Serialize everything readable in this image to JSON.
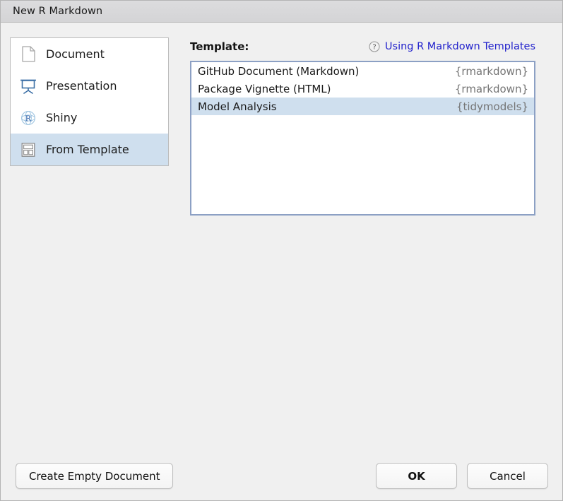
{
  "window": {
    "title": "New R Markdown"
  },
  "sidebar": {
    "items": [
      {
        "label": "Document",
        "icon": "document-icon",
        "selected": false
      },
      {
        "label": "Presentation",
        "icon": "presentation-icon",
        "selected": false
      },
      {
        "label": "Shiny",
        "icon": "shiny-r-icon",
        "selected": false
      },
      {
        "label": "From Template",
        "icon": "template-grid-icon",
        "selected": true
      }
    ]
  },
  "template_panel": {
    "title": "Template:",
    "help_icon": "question-mark-icon",
    "help_link": "Using R Markdown Templates",
    "rows": [
      {
        "name": "GitHub Document (Markdown)",
        "package": "{rmarkdown}",
        "selected": false
      },
      {
        "name": "Package Vignette (HTML)",
        "package": "{rmarkdown}",
        "selected": false
      },
      {
        "name": "Model Analysis",
        "package": "{tidymodels}",
        "selected": true
      }
    ]
  },
  "footer": {
    "create_empty_label": "Create Empty Document",
    "ok_label": "OK",
    "cancel_label": "Cancel"
  },
  "colors": {
    "selection_blue": "#cfdfee",
    "link_blue": "#2222cc",
    "list_focus_border": "#8ca0c4",
    "titlebar": "#d8d8da",
    "dialog_bg": "#f0f0f0"
  }
}
